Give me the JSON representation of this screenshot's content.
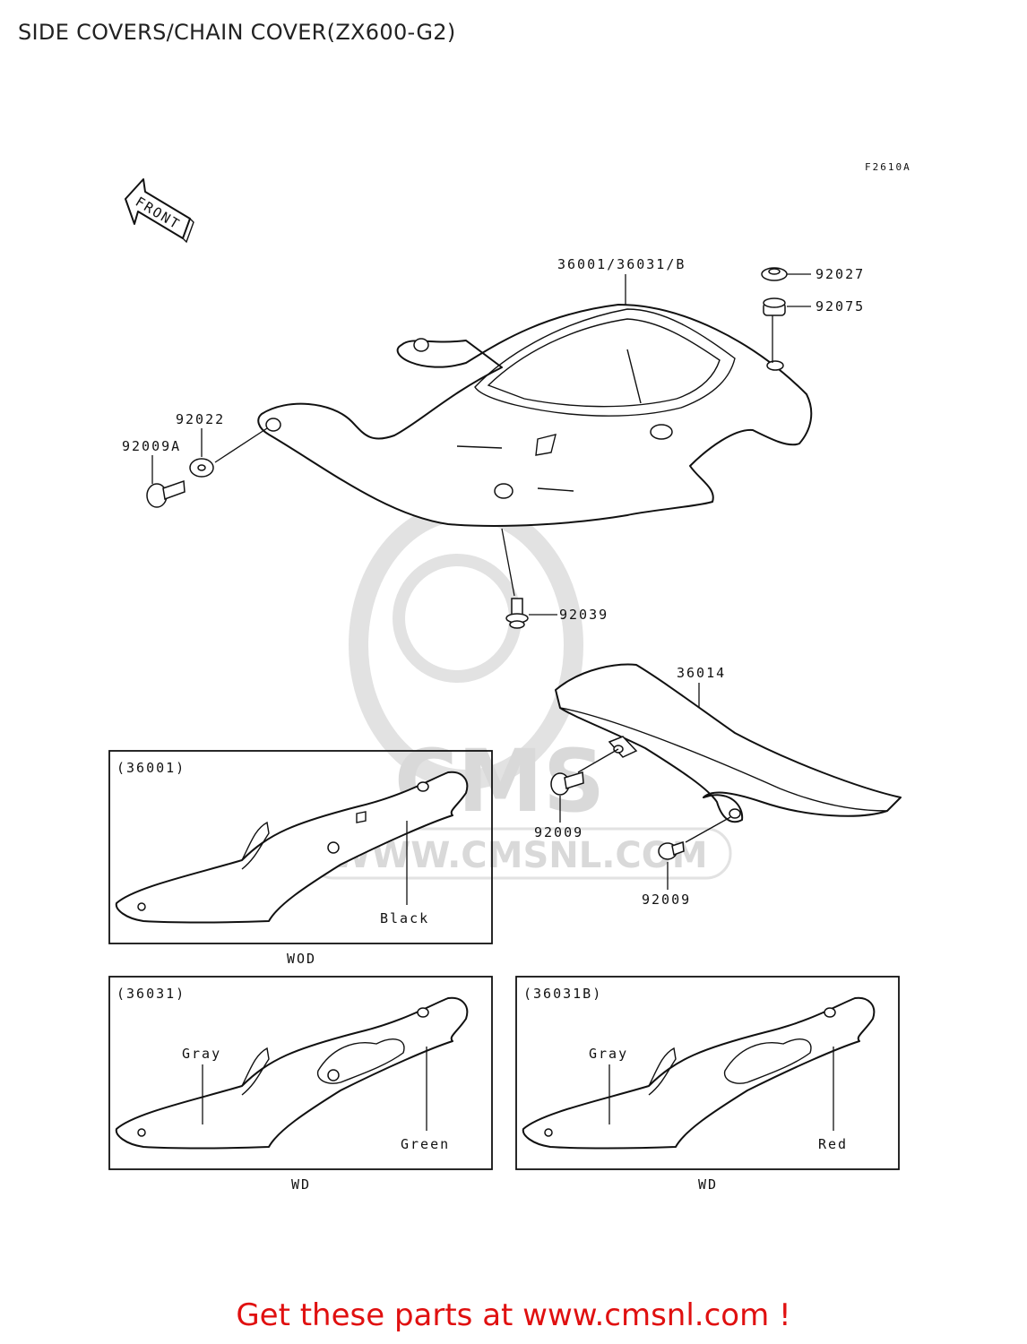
{
  "title": "SIDE COVERS/CHAIN COVER(ZX600-G2)",
  "figure_code": "F2610A",
  "front_arrow_label": "FRONT",
  "watermark": {
    "brand": "CMS",
    "url": "WWW.CMSNL.COM"
  },
  "parts": {
    "seat_cover": "36001/36031/B",
    "cap": "92027",
    "grommet": "92075",
    "washer": "92022",
    "bolt_a": "92009A",
    "clip": "92039",
    "chain_cover": "36014",
    "bolt_1": "92009",
    "bolt_2": "92009"
  },
  "variants": [
    {
      "id": "(36001)",
      "colors": [
        "Black"
      ],
      "code": "WOD"
    },
    {
      "id": "(36031)",
      "colors": [
        "Gray",
        "Green"
      ],
      "code": "WD"
    },
    {
      "id": "(36031B)",
      "colors": [
        "Gray",
        "Red"
      ],
      "code": "WD"
    }
  ],
  "footer": "Get these parts at www.cmsnl.com !"
}
